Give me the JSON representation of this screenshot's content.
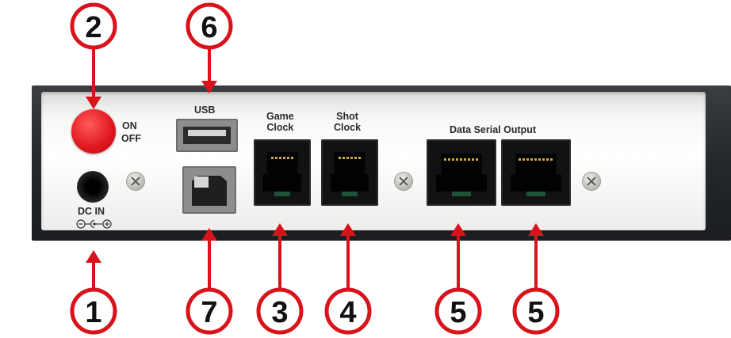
{
  "labels": {
    "usb": "USB",
    "game_clock_line1": "Game",
    "game_clock_line2": "Clock",
    "shot_clock_line1": "Shot",
    "shot_clock_line2": "Clock",
    "data_serial_output": "Data Serial Output",
    "on": "ON",
    "off": "OFF",
    "dc_in": "DC IN"
  },
  "callouts": [
    {
      "id": "callout-1",
      "number": "1"
    },
    {
      "id": "callout-2",
      "number": "2"
    },
    {
      "id": "callout-3",
      "number": "3"
    },
    {
      "id": "callout-4",
      "number": "4"
    },
    {
      "id": "callout-5a",
      "number": "5"
    },
    {
      "id": "callout-5b",
      "number": "5"
    },
    {
      "id": "callout-6",
      "number": "6"
    },
    {
      "id": "callout-7",
      "number": "7"
    }
  ],
  "colors": {
    "callout_red": "#d8131b",
    "power_button_red": "#e0161d",
    "chassis_dark": "#23262a"
  }
}
